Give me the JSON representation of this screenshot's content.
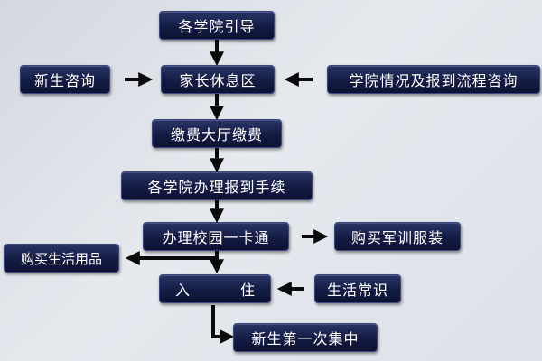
{
  "flowchart": {
    "nodes": {
      "college_guide": "各学院引导",
      "parent_rest_area": "家长休息区",
      "freshman_consult": "新生咨询",
      "college_info_consult": "学院情况及报到流程咨询",
      "payment_hall": "缴费大厅缴费",
      "registration": "各学院办理报到手续",
      "campus_card": "办理校园一卡通",
      "military_uniform": "购买军训服装",
      "daily_supplies": "购买生活用品",
      "checkin_left": "入",
      "checkin_right": "住",
      "life_tips": "生活常识",
      "first_gathering": "新生第一次集中"
    }
  },
  "colors": {
    "node_fill": "#141c44",
    "arrow": "#0a0a0a",
    "background": "#dfe2e8"
  }
}
